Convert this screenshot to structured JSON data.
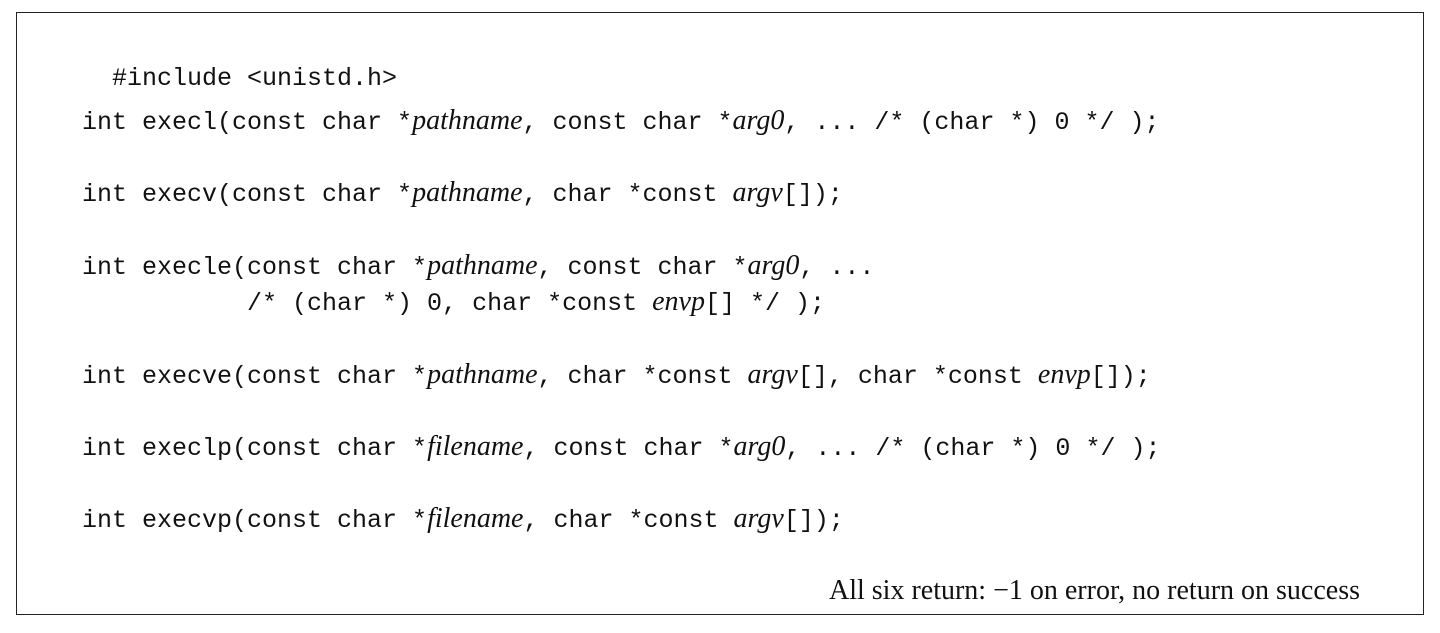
{
  "include": "#include <unistd.h>",
  "execl": {
    "p1": "int execl(const char *",
    "a1": "pathname",
    "p2": ", const char *",
    "a2": "arg0",
    "p3": ", ... /* (char *) 0 */ );"
  },
  "execv": {
    "p1": "int execv(const char *",
    "a1": "pathname",
    "p2": ", char *const ",
    "a2": "argv",
    "p3": "[]);"
  },
  "execle": {
    "p1": "int execle(const char *",
    "a1": "pathname",
    "p2": ", const char *",
    "a2": "arg0",
    "p3": ", ...",
    "l2p1": "           /* (char *) 0, char *const ",
    "l2a1": "envp",
    "l2p2": "[] */ );"
  },
  "execve": {
    "p1": "int execve(const char *",
    "a1": "pathname",
    "p2": ", char *const ",
    "a2": "argv",
    "p3": "[], char *const ",
    "a3": "envp",
    "p4": "[]);"
  },
  "execlp": {
    "p1": "int execlp(const char *",
    "a1": "filename",
    "p2": ", const char *",
    "a2": "arg0",
    "p3": ", ... /* (char *) 0 */ );"
  },
  "execvp": {
    "p1": "int execvp(const char *",
    "a1": "filename",
    "p2": ", char *const ",
    "a2": "argv",
    "p3": "[]);"
  },
  "footer": "All six return: −1 on error, no return on success"
}
